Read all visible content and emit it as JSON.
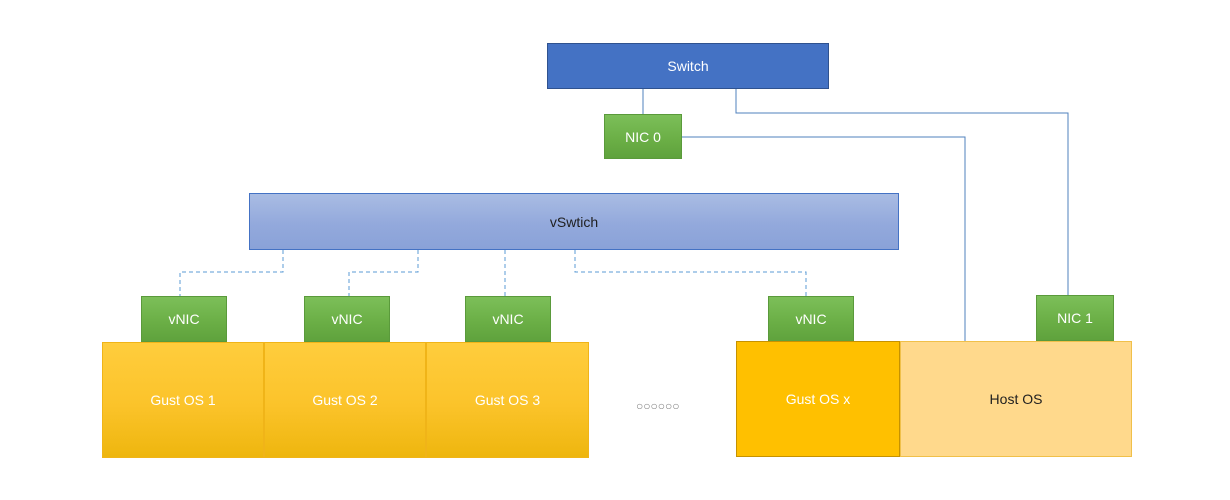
{
  "diagram": {
    "switch_label": "Switch",
    "nic0_label": "NIC 0",
    "vswitch_label": "vSwtich",
    "vnic_labels": [
      "vNIC",
      "vNIC",
      "vNIC",
      "vNIC"
    ],
    "guest_os_labels": [
      "Gust OS 1",
      "Gust OS 2",
      "Gust OS 3"
    ],
    "guest_os_x_label": "Gust OS x",
    "ellipsis": "○○○○○○",
    "nic1_label": "NIC 1",
    "host_os_label": "Host OS"
  },
  "colors": {
    "switch_fill": "#4472c4",
    "nic_fill": "#70ad47",
    "vswitch_fill": "#9badde",
    "guest_os_fill": "#ffc000",
    "host_os_fill": "#ffd98c",
    "wire": "#4f81bd",
    "dashed_wire": "#5b9bd5"
  }
}
